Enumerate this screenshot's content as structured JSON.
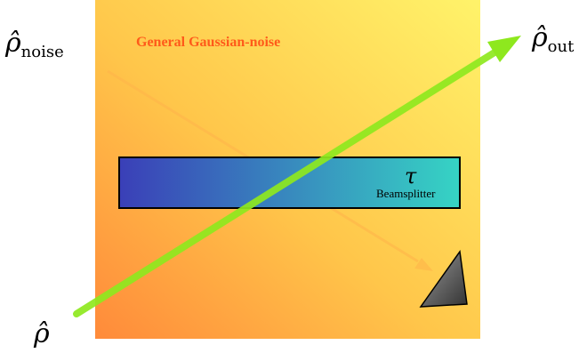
{
  "box": {
    "title": "General Gaussian-noise"
  },
  "beamsplitter": {
    "symbol": "τ",
    "label": "Beamsplitter"
  },
  "labels": {
    "rho_noise": {
      "symbol": "ρ̂",
      "subscript": "noise"
    },
    "rho_out": {
      "symbol": "ρ̂",
      "subscript": "out"
    },
    "rho_in": {
      "symbol": "ρ̂"
    }
  },
  "colors": {
    "box_gradient": [
      "#ff8a3a",
      "#ffc64a",
      "#fff36a"
    ],
    "beamsplitter_gradient": [
      "#3a3fb8",
      "#36d4c4"
    ],
    "signal_beam": "#8ee81e",
    "noise_beam": "#ffb54a",
    "detector": "#555555"
  }
}
